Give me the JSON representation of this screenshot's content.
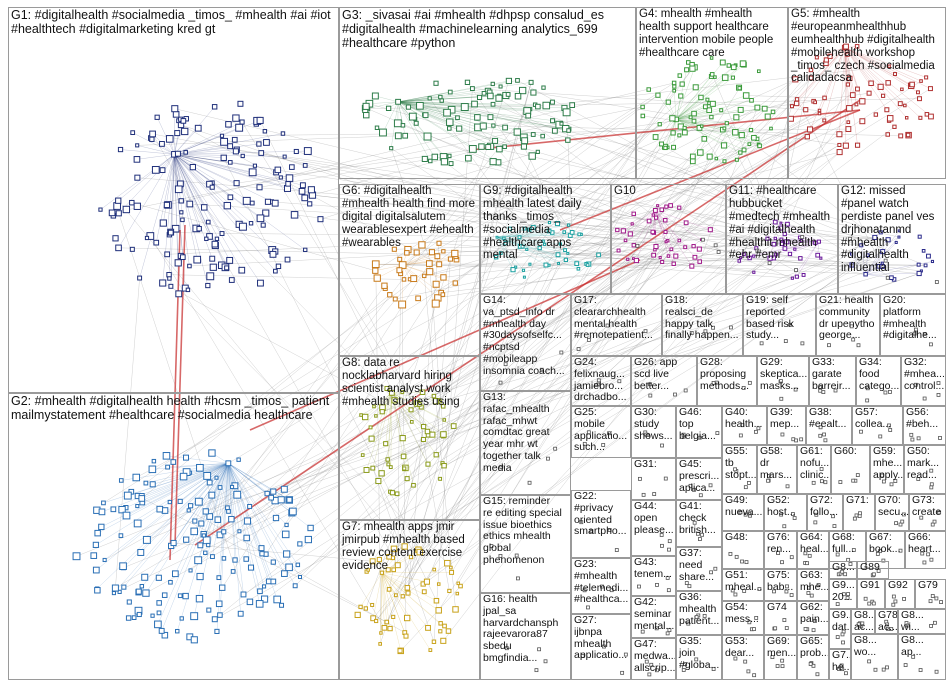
{
  "groups": [
    {
      "id": "g1",
      "text": "G1: #digitalhealth #socialmedia _timos_ #mhealth #ai #iot\n#healthtech #digitalmarketing kred gt",
      "color": "#1f2f7a"
    },
    {
      "id": "g2",
      "text": "G2: #mhealth #digitalhealth health #hcsm _timos_ patient\nmailmystatement #healthcare #socialmedia healthcare",
      "color": "#2a6fb5"
    },
    {
      "id": "g3",
      "text": "G3: _sivasai #ai #mhealth #dhpsp consalud_es\n#digitalhealth #machinelearning analytics_699\n#healthcare #python",
      "color": "#2e7d4a"
    },
    {
      "id": "g4",
      "text": "G4: mhealth #mhealth\nhealth support healthcare\nintervention mobile people\n#healthcare care",
      "color": "#3a9a3a"
    },
    {
      "id": "g5",
      "text": "G5: #mhealth\n#europeanmhealthhub\neumhealthhub #digitalhealth\n#mobilehealth workshop\n_timos_ czech #socialmedia\ncalidadacsa",
      "color": "#b03030"
    },
    {
      "id": "g6",
      "text": "G6: #digitalhealth\n#mhealth health find more\ndigital digitalsalutem\nwearablesexpert #ehealth\n#wearables",
      "color": "#c87a1a"
    },
    {
      "id": "g7",
      "text": "G7: mhealth apps jmir\njmirpub #mhealth based\nreview content exercise\nevidence",
      "color": "#c8a21a"
    },
    {
      "id": "g8",
      "text": "G8: data re\nnocklabharvard hiring\nscientist analyst work\n#mhealth studies using",
      "color": "#8a9a1a"
    },
    {
      "id": "g9",
      "text": "G9: #digitalhealth\nmhealth latest daily\nthanks _timos_\n#socialmedia\n#healthcare apps\nmental",
      "color": "#1aa0a0"
    },
    {
      "id": "g10",
      "text": "G10",
      "color": "#a01a8a"
    },
    {
      "id": "g11",
      "text": "G11: #healthcare\nhubbucket\n#medtech #mhealth\n#ai #digitalhealth\n#healthit mhealth\n#ehr #emr",
      "color": "#6a1a9a"
    },
    {
      "id": "g12",
      "text": "G12: missed\n#panel watch\nperdiste panel ves\ndrjhonatanmd\n#mhealth\n#digitalhealth\ninfluential",
      "color": "#2a2a8a"
    },
    {
      "id": "g13",
      "text": "G13:\nrafac_mhealth\nrafac_mhwt\ncomdtac great\nyear mhr wt\ntogether talk\nmedia",
      "color": "#3a3a3a"
    },
    {
      "id": "g14",
      "text": "G14:\nva_ptsd_info dr\n#mhealth day\n#30daysofselfc...\n#ncptsd\n#mobileapp\ninsomnia coach...",
      "color": "#3a3a3a"
    },
    {
      "id": "g15",
      "text": "G15: reminder\nre editing special\nissue bioethics\nethics mhealth\nglobal\nphenomenon",
      "color": "#3a3a3a"
    },
    {
      "id": "g16",
      "text": "G16: health\njpal_sa\nharvardchansph\nrajeevarora87\nsbedu\nbmgfindia...",
      "color": "#3a3a3a"
    },
    {
      "id": "g17",
      "text": "G17:\ncleararchhealth\nmental health\n#remotepatient...",
      "color": "#3a3a3a"
    },
    {
      "id": "g18",
      "text": "G18:\nrealsci_de\nhappy talk\nfinally happen...",
      "color": "#3a3a3a"
    },
    {
      "id": "g19",
      "text": "G19: self\nreported\nbased risk\nstudy...",
      "color": "#3a3a3a"
    },
    {
      "id": "g21",
      "text": "G21: health\ncommunity\ndr upenytho\ngeorge...",
      "color": "#3a3a3a"
    },
    {
      "id": "g20",
      "text": "G20:\nplatform\n#mhealth\n#digitalhe...",
      "color": "#3a3a3a"
    },
    {
      "id": "g24",
      "text": "G24:\nfelixnaug...\njamiebro...\ndrchadbo...",
      "color": "#3a3a3a"
    },
    {
      "id": "g26",
      "text": "G26: app\nscd live\nbetter...",
      "color": "#3a3a3a"
    },
    {
      "id": "g28",
      "text": "G28:\nproposing\nmethods...",
      "color": "#3a3a3a"
    },
    {
      "id": "g29",
      "text": "G29:\nskeptica...\nmasks...",
      "color": "#3a3a3a"
    },
    {
      "id": "g33",
      "text": "G33:\ngarate\nbarreir...",
      "color": "#3a3a3a"
    },
    {
      "id": "g34",
      "text": "G34:\nfood\ncatego...",
      "color": "#3a3a3a"
    },
    {
      "id": "g32",
      "text": "G32:\n#mhea...\ncontrol...",
      "color": "#3a3a3a"
    },
    {
      "id": "g25",
      "text": "G25:\nmobile\napplicatio...\nsuch...",
      "color": "#3a3a3a"
    },
    {
      "id": "g30",
      "text": "G30:\nstudy\nshows...",
      "color": "#3a3a3a"
    },
    {
      "id": "g46",
      "text": "G46:\ntop\nbelgia...",
      "color": "#3a3a3a"
    },
    {
      "id": "g40",
      "text": "G40:\nhealth...",
      "color": "#3a3a3a"
    },
    {
      "id": "g39",
      "text": "G39:\nmep...",
      "color": "#3a3a3a"
    },
    {
      "id": "g38",
      "text": "G38:\n#eealt...",
      "color": "#3a3a3a"
    },
    {
      "id": "g57",
      "text": "G57:\ncollea...",
      "color": "#3a3a3a"
    },
    {
      "id": "g56",
      "text": "G56:\n#beh...",
      "color": "#3a3a3a"
    },
    {
      "id": "g31",
      "text": "G31:",
      "color": "#3a3a3a"
    },
    {
      "id": "g45",
      "text": "G45:\nprescri...\naplica...",
      "color": "#3a3a3a"
    },
    {
      "id": "g55",
      "text": "G55:\ntb\nstopt...",
      "color": "#3a3a3a"
    },
    {
      "id": "g58",
      "text": "G58:\ndr\nmars...",
      "color": "#3a3a3a"
    },
    {
      "id": "g61",
      "text": "G61:\nnofu...\nclinic...",
      "color": "#3a3a3a"
    },
    {
      "id": "g60",
      "text": "G60:",
      "color": "#3a3a3a"
    },
    {
      "id": "g59",
      "text": "G59:\nmhe...\napply...",
      "color": "#3a3a3a"
    },
    {
      "id": "g50",
      "text": "G50:\nmark...\nread...",
      "color": "#3a3a3a"
    },
    {
      "id": "g22",
      "text": "G22:\n#privacy\noriented\nsmartpho...",
      "color": "#3a3a3a"
    },
    {
      "id": "g44",
      "text": "G44:\nopen\nplease...",
      "color": "#3a3a3a"
    },
    {
      "id": "g41",
      "text": "G41:\ncheck\nbritish...",
      "color": "#3a3a3a"
    },
    {
      "id": "g49",
      "text": "G49:\nnueva...",
      "color": "#3a3a3a"
    },
    {
      "id": "g52",
      "text": "G52:\nhost...",
      "color": "#3a3a3a"
    },
    {
      "id": "g72",
      "text": "G72:\nfollo...",
      "color": "#3a3a3a"
    },
    {
      "id": "g71",
      "text": "G71:",
      "color": "#3a3a3a"
    },
    {
      "id": "g70",
      "text": "G70:\nsecu...",
      "color": "#3a3a3a"
    },
    {
      "id": "g73",
      "text": "G73:\ncreate",
      "color": "#3a3a3a"
    },
    {
      "id": "g43",
      "text": "G43:\ntenem...",
      "color": "#3a3a3a"
    },
    {
      "id": "g37",
      "text": "G37:\nneed\nshare...",
      "color": "#3a3a3a"
    },
    {
      "id": "g48",
      "text": "G48:",
      "color": "#3a3a3a"
    },
    {
      "id": "g76",
      "text": "G76:\nren...",
      "color": "#3a3a3a"
    },
    {
      "id": "g64",
      "text": "G64:\nheal...",
      "color": "#3a3a3a"
    },
    {
      "id": "g68",
      "text": "G68:\nfull...",
      "color": "#3a3a3a"
    },
    {
      "id": "g67",
      "text": "G67:\nbook...",
      "color": "#3a3a3a"
    },
    {
      "id": "g66",
      "text": "G66:\nheart...",
      "color": "#3a3a3a"
    },
    {
      "id": "g23",
      "text": "G23:\n#mhealth\n#telemedi...\n#healthca...",
      "color": "#3a3a3a"
    },
    {
      "id": "g51",
      "text": "G51:\nmheal...",
      "color": "#3a3a3a"
    },
    {
      "id": "g75",
      "text": "G75:\nbab...",
      "color": "#3a3a3a"
    },
    {
      "id": "g63",
      "text": "G63:\nmhe...",
      "color": "#3a3a3a"
    },
    {
      "id": "g89",
      "text": "G89",
      "color": "#3a3a3a"
    },
    {
      "id": "g8x",
      "text": "G8...",
      "color": "#3a3a3a"
    },
    {
      "id": "g42",
      "text": "G42:\nseminar\nmental...",
      "color": "#3a3a3a"
    },
    {
      "id": "g36",
      "text": "G36:\nmhealth\npatient...",
      "color": "#3a3a3a"
    },
    {
      "id": "g54",
      "text": "G54:\nmess...",
      "color": "#3a3a3a"
    },
    {
      "id": "g74",
      "text": "G74",
      "color": "#3a3a3a"
    },
    {
      "id": "g62",
      "text": "G62:\npain...",
      "color": "#3a3a3a"
    },
    {
      "id": "g9x",
      "text": "G9...\n20...",
      "color": "#3a3a3a"
    },
    {
      "id": "g91",
      "text": "G91",
      "color": "#3a3a3a"
    },
    {
      "id": "g92",
      "text": "G92",
      "color": "#3a3a3a"
    },
    {
      "id": "g79",
      "text": "G79",
      "color": "#3a3a3a"
    },
    {
      "id": "g27",
      "text": "G27:\nijbnpa\nmhealth\napplicatio...",
      "color": "#3a3a3a"
    },
    {
      "id": "g47",
      "text": "G47:\nmedwa...\nallscrip...",
      "color": "#3a3a3a"
    },
    {
      "id": "g35",
      "text": "G35:\njoin\n#globa...",
      "color": "#3a3a3a"
    },
    {
      "id": "g53",
      "text": "G53:\ndear...",
      "color": "#3a3a3a"
    },
    {
      "id": "g69",
      "text": "G69:\nmen...",
      "color": "#3a3a3a"
    },
    {
      "id": "g65",
      "text": "G65:\nprob...",
      "color": "#3a3a3a"
    },
    {
      "id": "g9y",
      "text": "G9...\ndat...",
      "color": "#3a3a3a"
    },
    {
      "id": "g8y",
      "text": "G8...\nac...",
      "color": "#3a3a3a"
    },
    {
      "id": "g78",
      "text": "G78\nac...",
      "color": "#3a3a3a"
    },
    {
      "id": "g8z",
      "text": "G8...\nwi...",
      "color": "#3a3a3a"
    },
    {
      "id": "g7x",
      "text": "G7...\nhe...",
      "color": "#3a3a3a"
    },
    {
      "id": "g8w",
      "text": "G8...\nwo...",
      "color": "#3a3a3a"
    },
    {
      "id": "g8v",
      "text": "G8...\nap...",
      "color": "#3a3a3a"
    }
  ]
}
